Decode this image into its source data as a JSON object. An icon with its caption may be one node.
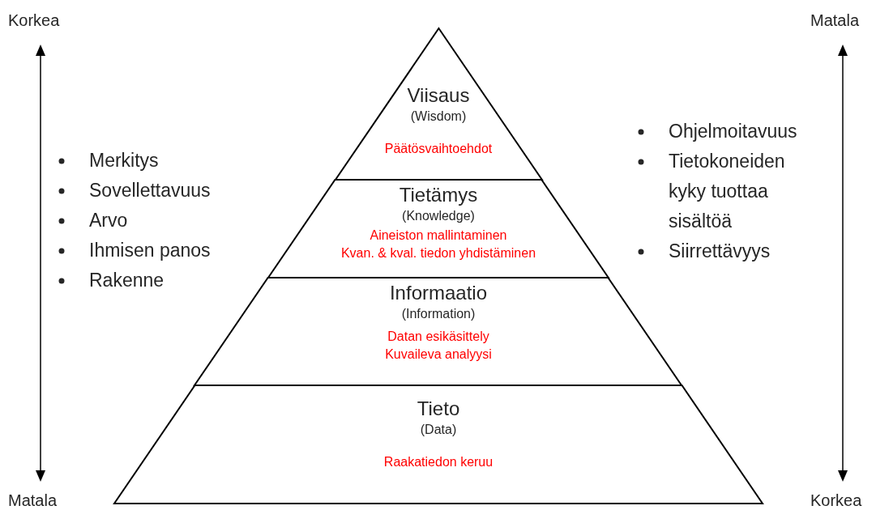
{
  "diagram": {
    "nodes": [
      {
        "text": [
          "Viisaus",
          "(Wisdom)",
          "Päätösvaihtoehdot"
        ]
      },
      {
        "text": [
          "Tietämys",
          "(Knowledge)",
          "Aineiston mallintaminen",
          "Kvan. & kval. tiedon yhdistäminen"
        ]
      },
      {
        "text": [
          "Informaatio",
          "(Information)",
          "Datan esikäsittely",
          "Kuvaileva analyysi"
        ]
      },
      {
        "text": [
          "Tieto",
          "(Data)",
          "Raakatiedon keruu"
        ]
      }
    ],
    "labels": [
      "Korkea",
      "Matala",
      "Merkitys",
      "Sovellettavuus",
      "Arvo",
      "Ihmisen panos",
      "Rakenne",
      "Ohjelmoitavuus",
      "Tietokoneiden kyky tuottaa sisältöä",
      "Siirrettävyys",
      "Matala",
      "Korkea"
    ]
  }
}
